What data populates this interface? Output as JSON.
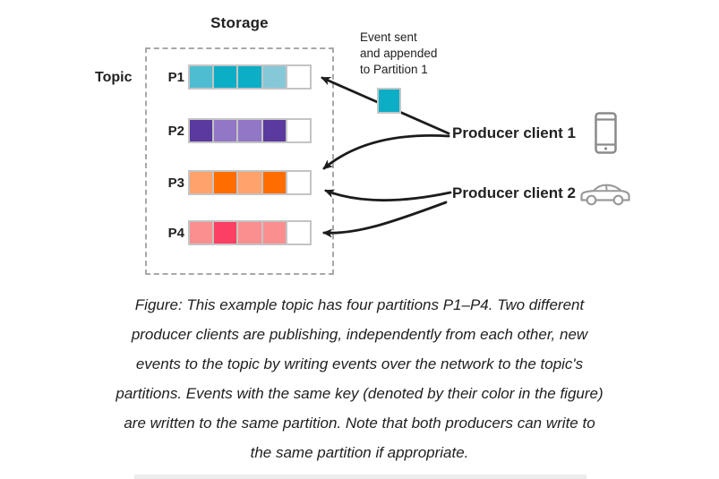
{
  "figure": {
    "storage_label": "Storage",
    "topic_label": "Topic",
    "annotation": {
      "line1": "Event sent",
      "line2": "and appended",
      "line3": "to Partition 1"
    },
    "event_square_color": "#0caec6",
    "producer1": {
      "label": "Producer client 1",
      "icon": "smartphone-icon"
    },
    "producer2": {
      "label": "Producer client 2",
      "icon": "car-icon"
    },
    "partitions": [
      {
        "label": "P1",
        "cells": [
          "#4ebdd1",
          "#0caec6",
          "#0caec6",
          "#85c8d8",
          "#ffffff"
        ]
      },
      {
        "label": "P2",
        "cells": [
          "#5a3a9e",
          "#9277c6",
          "#9277c6",
          "#5a3a9e",
          "#ffffff"
        ]
      },
      {
        "label": "P3",
        "cells": [
          "#ffa26b",
          "#ff6d00",
          "#ffa26b",
          "#ff6d00",
          "#ffffff"
        ]
      },
      {
        "label": "P4",
        "cells": [
          "#fb8f8f",
          "#fb4063",
          "#fb8f8f",
          "#fb8f8f",
          "#ffffff"
        ]
      }
    ],
    "arrows": [
      "producer1-to-p1",
      "producer1-to-p3",
      "producer2-to-p3",
      "producer2-to-p4"
    ]
  },
  "caption": {
    "lines": [
      "Figure: This example topic has four partitions P1–P4. Two different",
      "producer clients are publishing, independently from each other, new",
      "events to the topic by writing events over the network to the topic's",
      "partitions. Events with the same key (denoted by their color in the figure)",
      "are written to the same partition. Note that both producers can write to",
      "the same partition if appropriate."
    ]
  }
}
